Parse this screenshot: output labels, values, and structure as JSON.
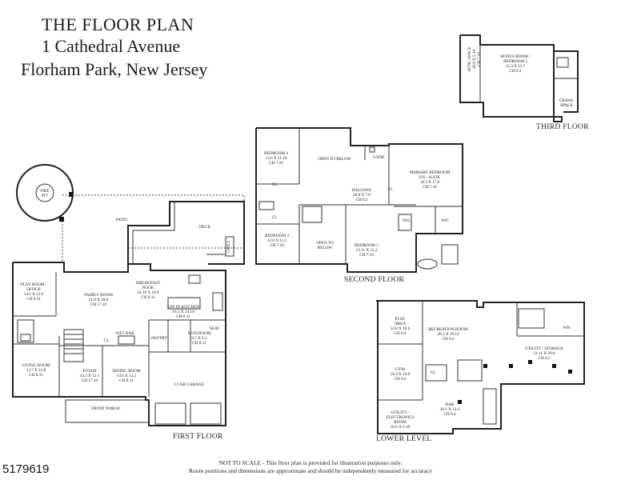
{
  "header": {
    "line1": "THE FLOOR PLAN",
    "line2": "1 Cathedral Avenue",
    "line3": "Florham Park, New Jersey"
  },
  "floors": {
    "first": "FIRST FLOOR",
    "second": "SECOND FLOOR",
    "third": "THIRD FLOOR",
    "lower": "LOWER LEVEL"
  },
  "rooms": {
    "first": [
      {
        "lines": [
          "PLAY ROOM /",
          "OFFICE",
          "14.6 X 12.6",
          "CH 8.11"
        ]
      },
      {
        "lines": [
          "FAMILY ROOM",
          "21.8 X 18.0",
          "CH 17.10"
        ]
      },
      {
        "lines": [
          "BREAKFAST",
          "NOOK",
          "14.10 X 10.9",
          "CH 8.11"
        ]
      },
      {
        "lines": [
          "EAT IN KITCHEN",
          "16.3 X 14.10",
          "CH 8.11"
        ]
      },
      {
        "lines": [
          "WET BAR"
        ]
      },
      {
        "lines": [
          "LIVING ROOM",
          "13.7 X 12.8",
          "CH 8.11"
        ]
      },
      {
        "lines": [
          "FOYER",
          "14.2 X 12.1",
          "CH 17.10"
        ]
      },
      {
        "lines": [
          "DINING ROOM",
          "14.6 X 12.2",
          "CH 8.11"
        ]
      },
      {
        "lines": [
          "MUD ROOM",
          "9.5 X 6.1",
          "CH 8.11"
        ]
      },
      {
        "lines": [
          "2 CAR GARAGE"
        ]
      },
      {
        "lines": [
          "FRONT PORCH"
        ]
      },
      {
        "lines": [
          "PATIO"
        ]
      },
      {
        "lines": [
          "DECK"
        ]
      },
      {
        "lines": [
          "GRILL"
        ]
      },
      {
        "lines": [
          "FIRE",
          "PIT"
        ]
      },
      {
        "lines": [
          "PANTRY"
        ]
      },
      {
        "lines": [
          "SEAT"
        ]
      },
      {
        "lines": [
          "CL"
        ]
      }
    ],
    "second": [
      {
        "lines": [
          "BEDROOM 4",
          "13.6 X 11.10",
          "CH 7.10"
        ]
      },
      {
        "lines": [
          "OPEN TO BELOW"
        ]
      },
      {
        "lines": [
          "LNDR"
        ]
      },
      {
        "lines": [
          "PRIMARY BEDROOM",
          "EN - SUITE",
          "18.3 X 17.6",
          "CH 7.10"
        ]
      },
      {
        "lines": [
          "HALLWAY",
          "26.8 X 7.6",
          "CH 8.2"
        ]
      },
      {
        "lines": [
          "BEDROOM 3",
          "12.0 X 11.2",
          "CH 7.10"
        ]
      },
      {
        "lines": [
          "OPEN TO",
          "BELOW"
        ]
      },
      {
        "lines": [
          "BEDROOM 2",
          "12.11 X 11.2",
          "CH 7.10"
        ]
      },
      {
        "lines": [
          "WIC"
        ]
      },
      {
        "lines": [
          "WIC"
        ]
      },
      {
        "lines": [
          "CL"
        ]
      },
      {
        "lines": [
          "CL"
        ]
      },
      {
        "lines": [
          "CL"
        ]
      }
    ],
    "third": [
      {
        "lines": [
          "BONUS ROOM /",
          "BEDROOM 5",
          "15.3 X 13.7",
          "CH 8.2"
        ]
      },
      {
        "lines": [
          "ATTIC SPACE",
          "18.9 X 5.10",
          "CH 7.10"
        ]
      },
      {
        "lines": [
          "CRAWL",
          "SPACE"
        ]
      }
    ],
    "lower": [
      {
        "lines": [
          "PLAY",
          "AREA",
          "12.0 X 10.6",
          "CH 9.4"
        ]
      },
      {
        "lines": [
          "RECREATION ROOM",
          "28.3 X 19.10",
          "CH 9.4"
        ]
      },
      {
        "lines": [
          "WH"
        ]
      },
      {
        "lines": [
          "UTILITY / STORAGE",
          "21.11 X 20.8",
          "CH 8.2"
        ]
      },
      {
        "lines": [
          "GYM",
          "16.4 X 10.6",
          "CH 9.4"
        ]
      },
      {
        "lines": [
          "CL"
        ]
      },
      {
        "lines": [
          "BAR",
          "20.1 X 13.4",
          "CH 9.4"
        ]
      },
      {
        "lines": [
          "UTILITY /",
          "ELECTRONICS",
          "ROOM",
          "10.6 X 6.10"
        ]
      }
    ]
  },
  "listing_id": "5179619",
  "disclaimer": {
    "line1": "NOT TO SCALE - This floor plan is provided for illustration purposes only.",
    "line2": "Room positions and dimensions are approximate and should be independently measured for accuracy"
  }
}
